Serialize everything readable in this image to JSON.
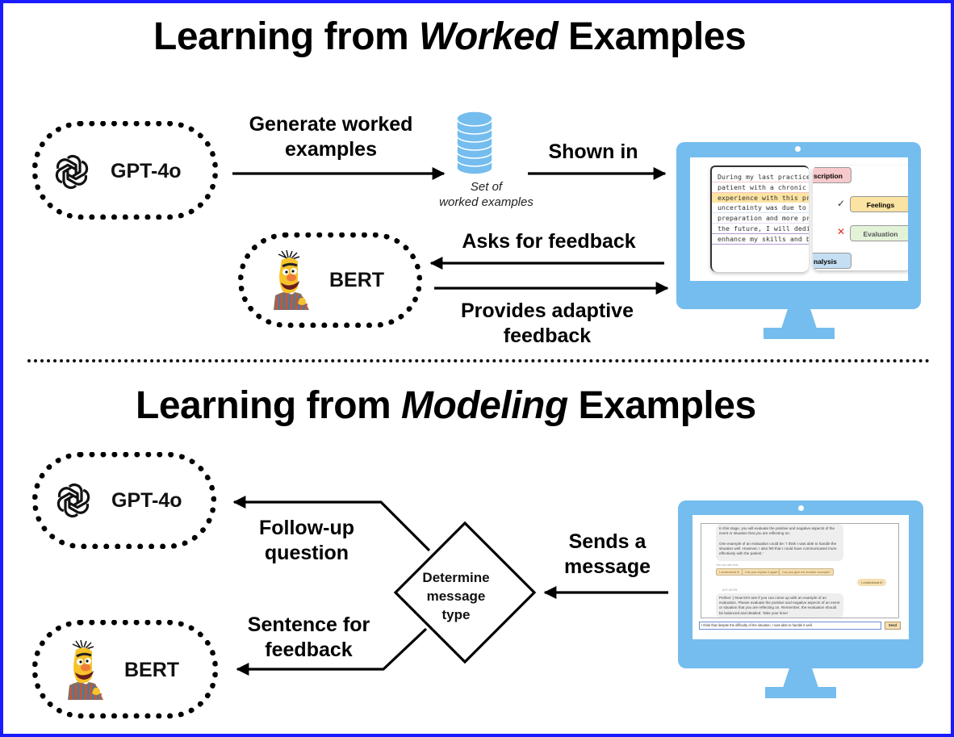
{
  "top_section": {
    "title_prefix": "Learning from ",
    "title_emphasis": "Worked",
    "title_suffix": " Examples",
    "gpt_node": {
      "label": "GPT-4o",
      "icon": "openai-logo-icon"
    },
    "bert_node": {
      "label": "BERT",
      "icon": "bert-character-icon"
    },
    "generate_label_line1": "Generate worked",
    "generate_label_line2": "examples",
    "database_caption_line1": "Set of",
    "database_caption_line2": "worked examples",
    "shown_in_label": "Shown in",
    "asks_feedback_label": "Asks for feedback",
    "provides_feedback_line1": "Provides adaptive",
    "provides_feedback_line2": "feedback",
    "screen": {
      "essay_lines": [
        "During my last practice sess",
        "patient with a chronic wound",
        "experience with this procedu",
        "uncertainty was due to lack",
        "preparation and more practic",
        "the future, I will dedicate",
        "enhance my skills and boost"
      ],
      "tags": [
        {
          "label": "scription",
          "color": "#f6c9cc"
        },
        {
          "label": "Feelings",
          "color": "#fbe3a2"
        },
        {
          "label": "Evaluation",
          "color": "#e3f3d8"
        },
        {
          "label": "nalysis",
          "color": "#c4def4"
        }
      ],
      "check_mark": "✓",
      "cross_mark": "✕"
    }
  },
  "bottom_section": {
    "title_prefix": "Learning from ",
    "title_emphasis": "Modeling",
    "title_suffix": " Examples",
    "gpt_node": {
      "label": "GPT-4o",
      "icon": "openai-logo-icon"
    },
    "bert_node": {
      "label": "BERT",
      "icon": "bert-character-icon"
    },
    "decision_line1": "Determine",
    "decision_line2": "message",
    "decision_line3": "type",
    "follow_up_line1": "Follow-up",
    "follow_up_line2": "question",
    "sentence_line1": "Sentence for",
    "sentence_line2": "feedback",
    "sends_line1": "Sends a",
    "sends_line2": "message",
    "screen": {
      "bot_message_1": "In this stage, you will evaluate the positive and negative aspects of the event or situation that you are reflecting on.\n\nOne example of an evaluation could be: 'I think I was able to handle the situation well. However, I also felt that I could have communicated more effectively with the patient.'",
      "suggest_label": "You can ask next:",
      "chips": [
        "I understood it!",
        "Can you explain it again?",
        "Can you give me another example?"
      ],
      "user_message": "I understood it!",
      "bot_meta": "8:07:48 PM",
      "bot_message_2": "Perfect :) Now let's see if you can come up with an example of an evaluation. Please evaluate the positive and negative aspects of an event or situation that you are reflecting on. Remember, the evaluation should be balanced and detailed. Take your time!",
      "input_value": "I think that despite the difficulty of the situation, I was able to handle it well.",
      "send_label": "Send"
    }
  },
  "colors": {
    "frame_border": "#1a1aff",
    "monitor": "#74bdee",
    "database": "#74bdee",
    "cross": "#e02b20"
  }
}
